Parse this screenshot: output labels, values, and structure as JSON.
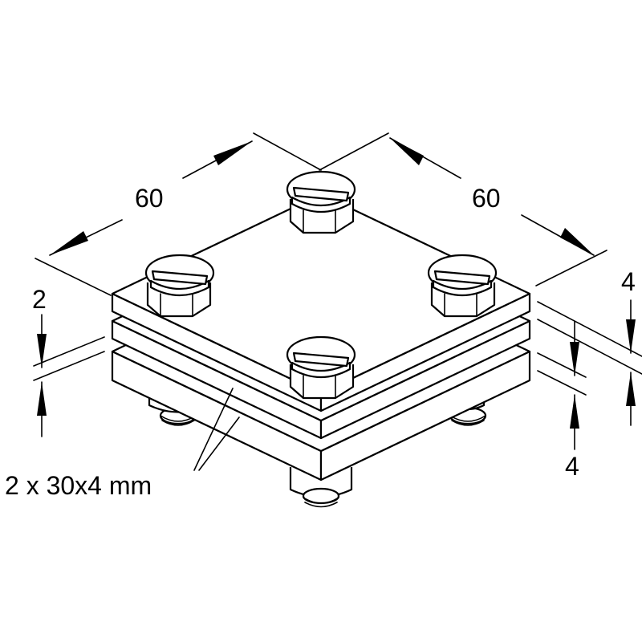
{
  "dimensions": {
    "width_left": "60",
    "width_right": "60",
    "spacer_thickness": "2",
    "top_conductor": "4",
    "bottom_conductor": "4"
  },
  "callout": {
    "conductor_spec": "2 x  30x4 mm"
  }
}
